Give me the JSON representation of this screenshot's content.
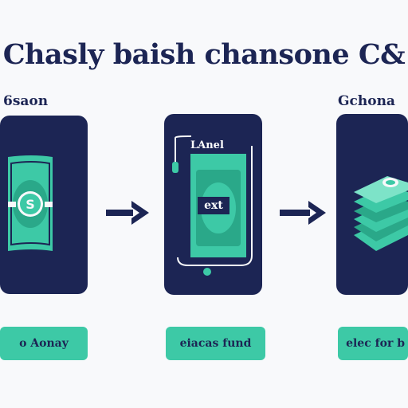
{
  "title": "Chasly baish chansone C&",
  "left_label": "6saon",
  "right_label": "Gchona",
  "steps": [
    {
      "button": "o Aonay"
    },
    {
      "phone_label": "LAnel",
      "bill_label": "ext",
      "button": "eiacas fund"
    },
    {
      "button": "elec for b"
    }
  ],
  "icons": [
    "cash-bill-icon",
    "phone-icon",
    "cash-stack-icon",
    "arrow-right-icon"
  ],
  "colors": {
    "navy": "#1c2554",
    "teal": "#3dc9a6",
    "background": "#f8f9fb"
  }
}
